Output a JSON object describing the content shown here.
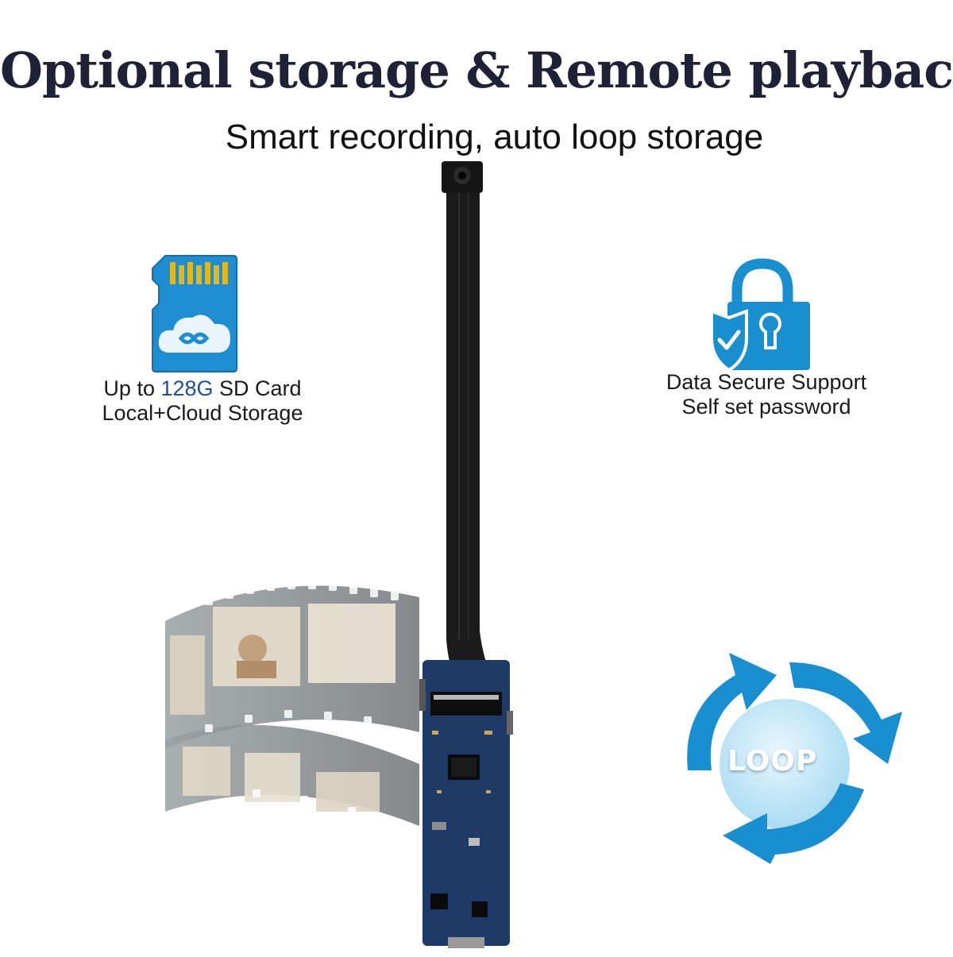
{
  "header": {
    "title": "Optional storage & Remote playback",
    "subtitle": "Smart recording, auto loop storage"
  },
  "features": {
    "storage": {
      "icon": "sd-card-cloud-icon",
      "line1_prefix": "Up to ",
      "line1_highlight": "128G",
      "line1_suffix": " SD Card",
      "line2": "Local+Cloud Storage"
    },
    "security": {
      "icon": "padlock-shield-icon",
      "line1": "Data Secure Support",
      "line2": "Self set password"
    },
    "loop": {
      "icon": "loop-arrows-icon",
      "label": "LOOP"
    }
  },
  "colors": {
    "accent_blue": "#1a8fd0",
    "title_navy": "#1f2137",
    "highlight_blue": "#1f4f9c"
  }
}
